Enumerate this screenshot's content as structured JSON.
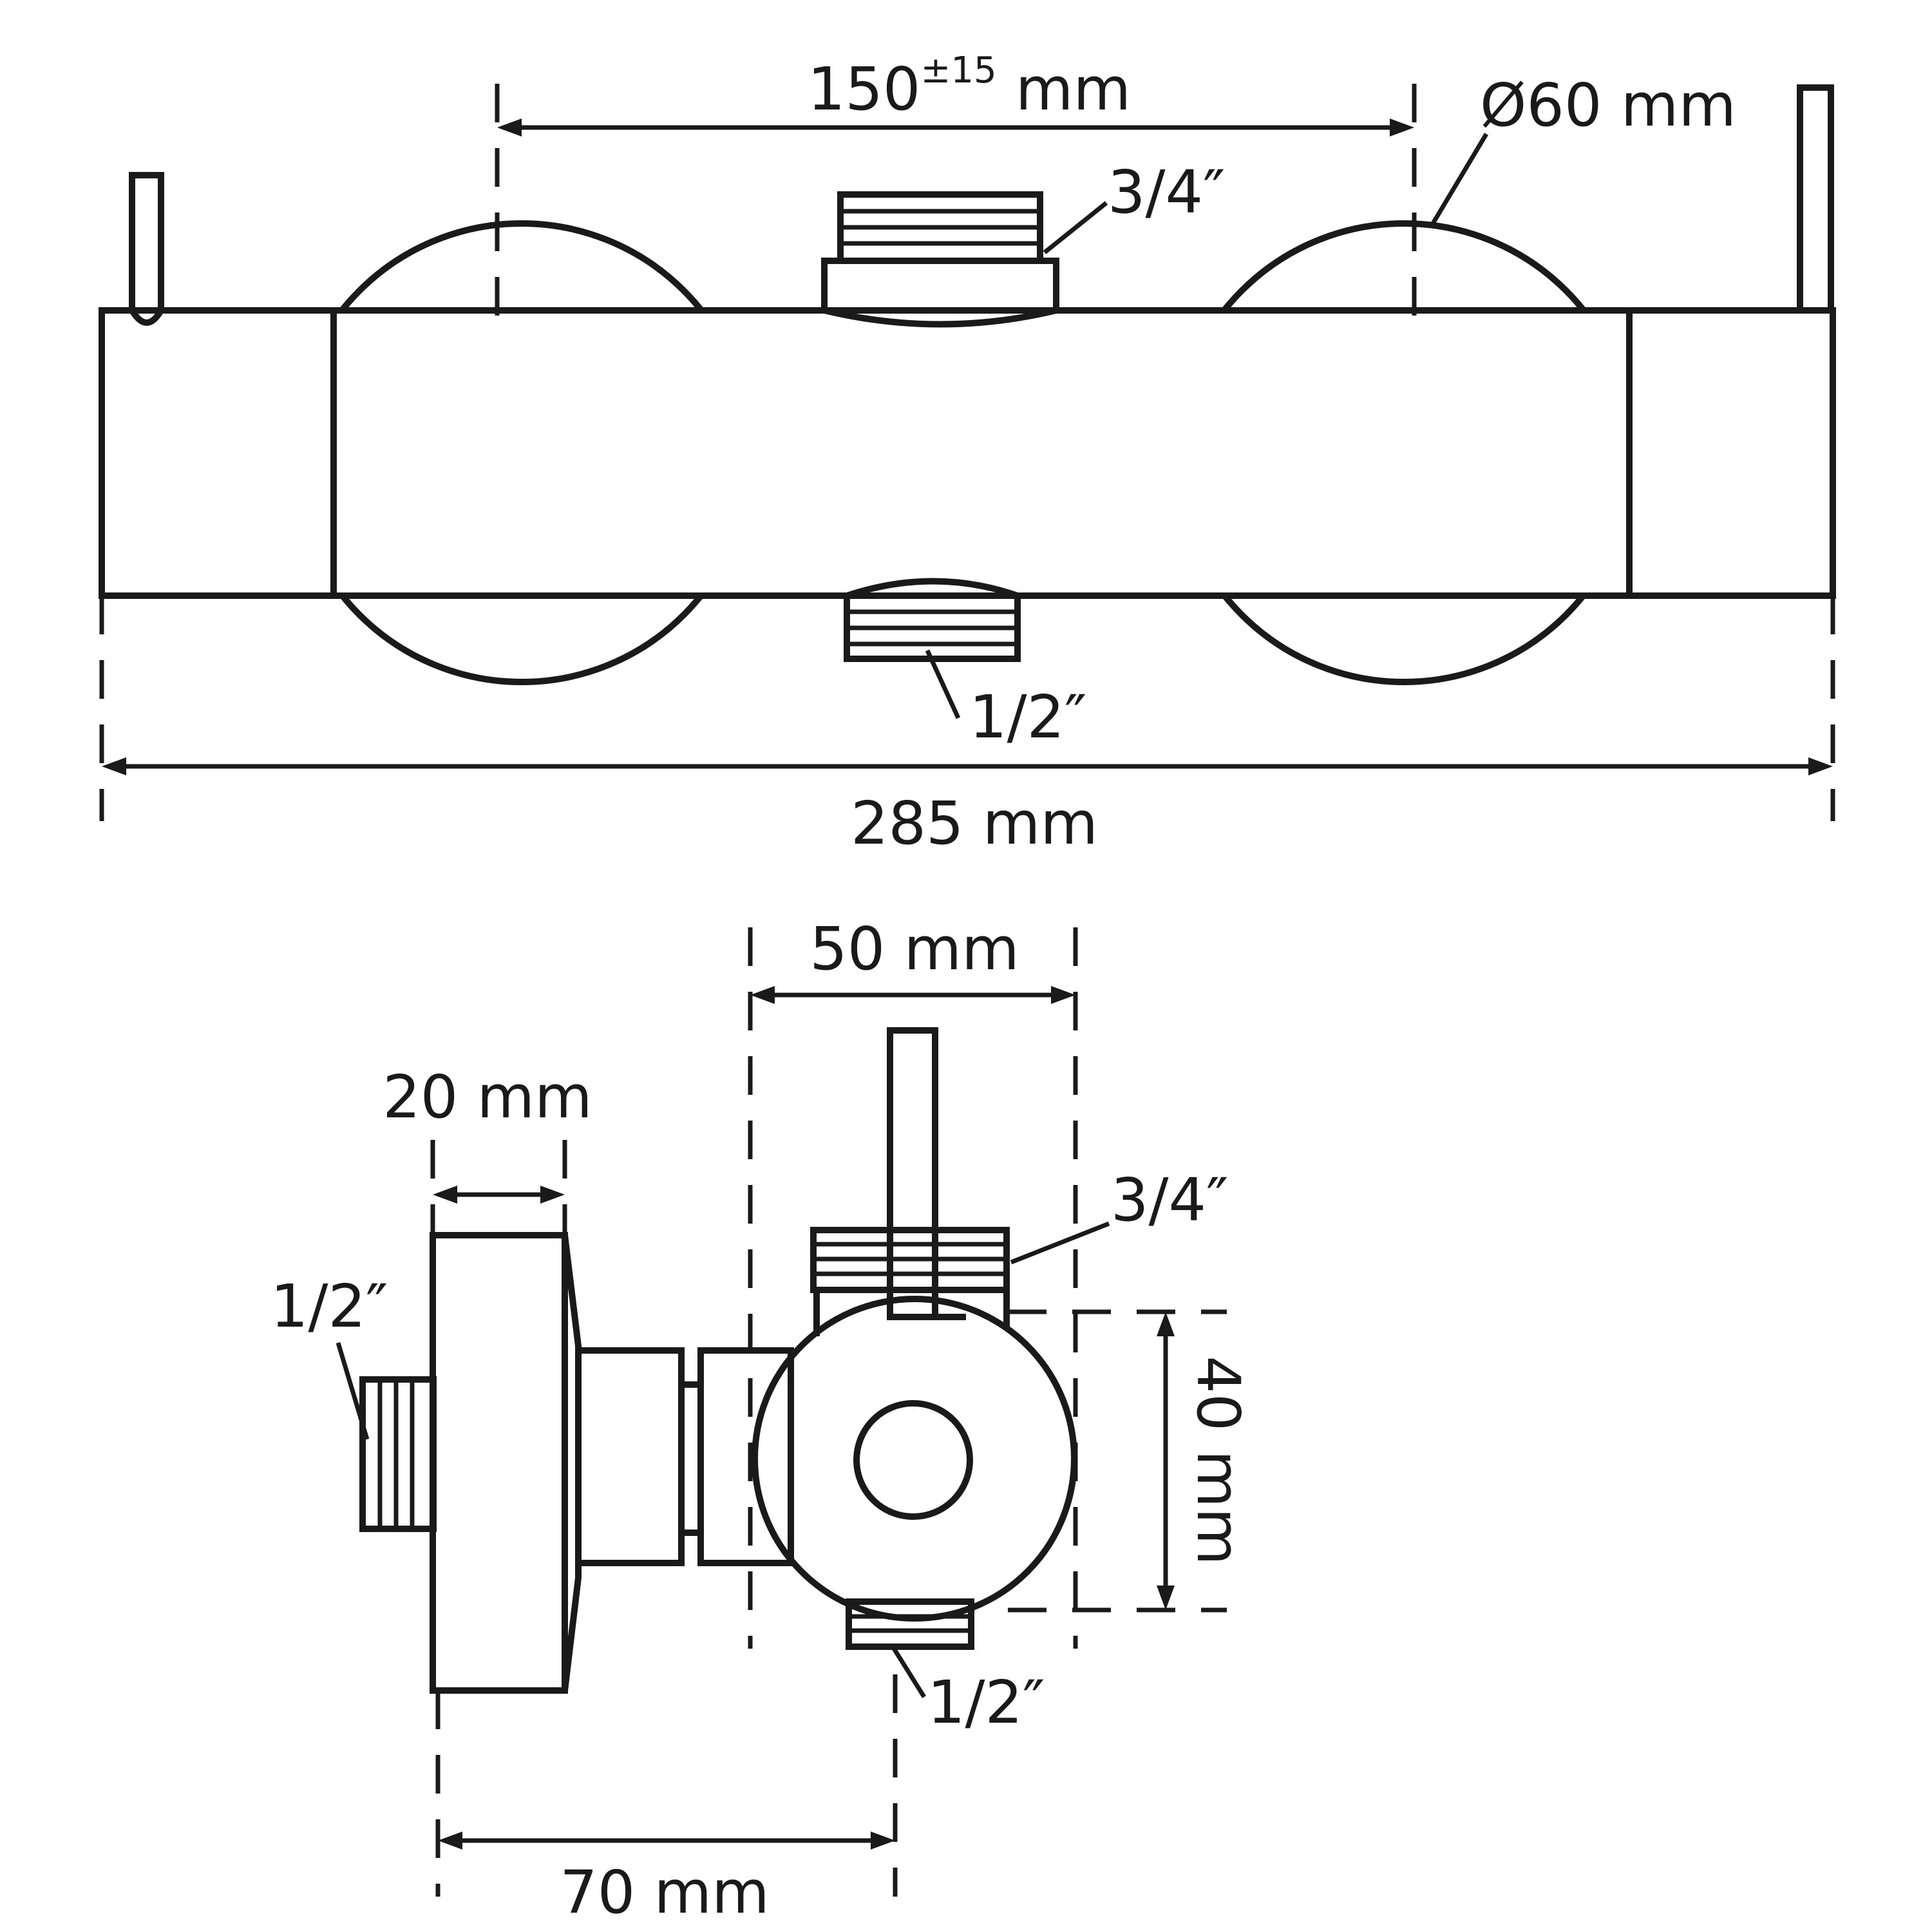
{
  "top_view": {
    "spacing_value": "150",
    "spacing_tolerance": "±15",
    "spacing_unit": " mm",
    "diameter": "Ø60 mm",
    "outlet_top": "3/4″",
    "outlet_bottom": "1/2″",
    "total_length": "285 mm"
  },
  "side_view": {
    "depth_body": "50 mm",
    "handle_width": "20 mm",
    "thread_left": "1/2″",
    "outlet_top": "3/4″",
    "height": "40 mm",
    "outlet_bottom": "1/2″",
    "wall_to_axis": "70 mm"
  }
}
